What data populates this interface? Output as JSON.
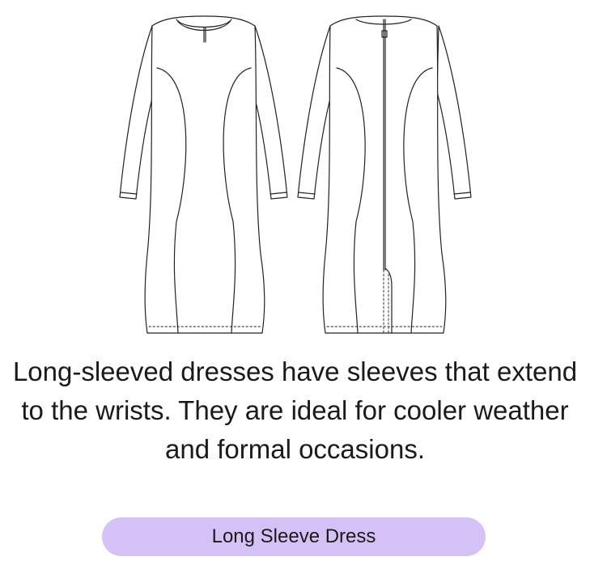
{
  "description": "Long-sleeved dresses have sleeves that extend to the wrists. They are ideal for cooler weather and formal occasions.",
  "tag": {
    "label": "Long Sleeve Dress",
    "color": "#d4c2f7"
  },
  "illustration": {
    "views": [
      "front",
      "back"
    ]
  }
}
